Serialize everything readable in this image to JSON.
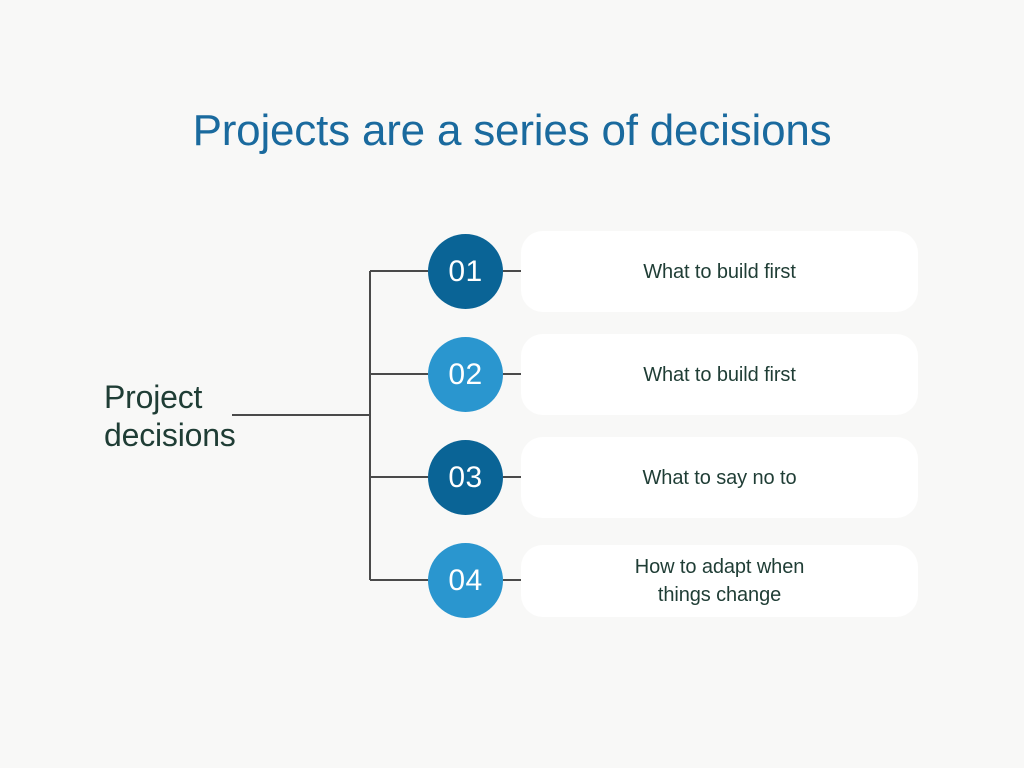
{
  "slide": {
    "background_color": "#f8f8f7",
    "title": "Projects are a series of decisions",
    "title_color": "#1a6a9e",
    "root": {
      "line1": "Project",
      "line2": "decisions",
      "color": "#1f3d35"
    },
    "connector_color": "#4a4a4a",
    "card_color": "#ffffff",
    "badge_dark_color": "#0a6496",
    "badge_light_color": "#2a96cf",
    "items": [
      {
        "number": "01",
        "badge_style": "dark",
        "text_line1": "What to build first",
        "text_line2": ""
      },
      {
        "number": "02",
        "badge_style": "light",
        "text_line1": "What to build first",
        "text_line2": ""
      },
      {
        "number": "03",
        "badge_style": "dark",
        "text_line1": "What to say no to",
        "text_line2": ""
      },
      {
        "number": "04",
        "badge_style": "light",
        "text_line1": "How to adapt when",
        "text_line2": "things change"
      }
    ]
  }
}
